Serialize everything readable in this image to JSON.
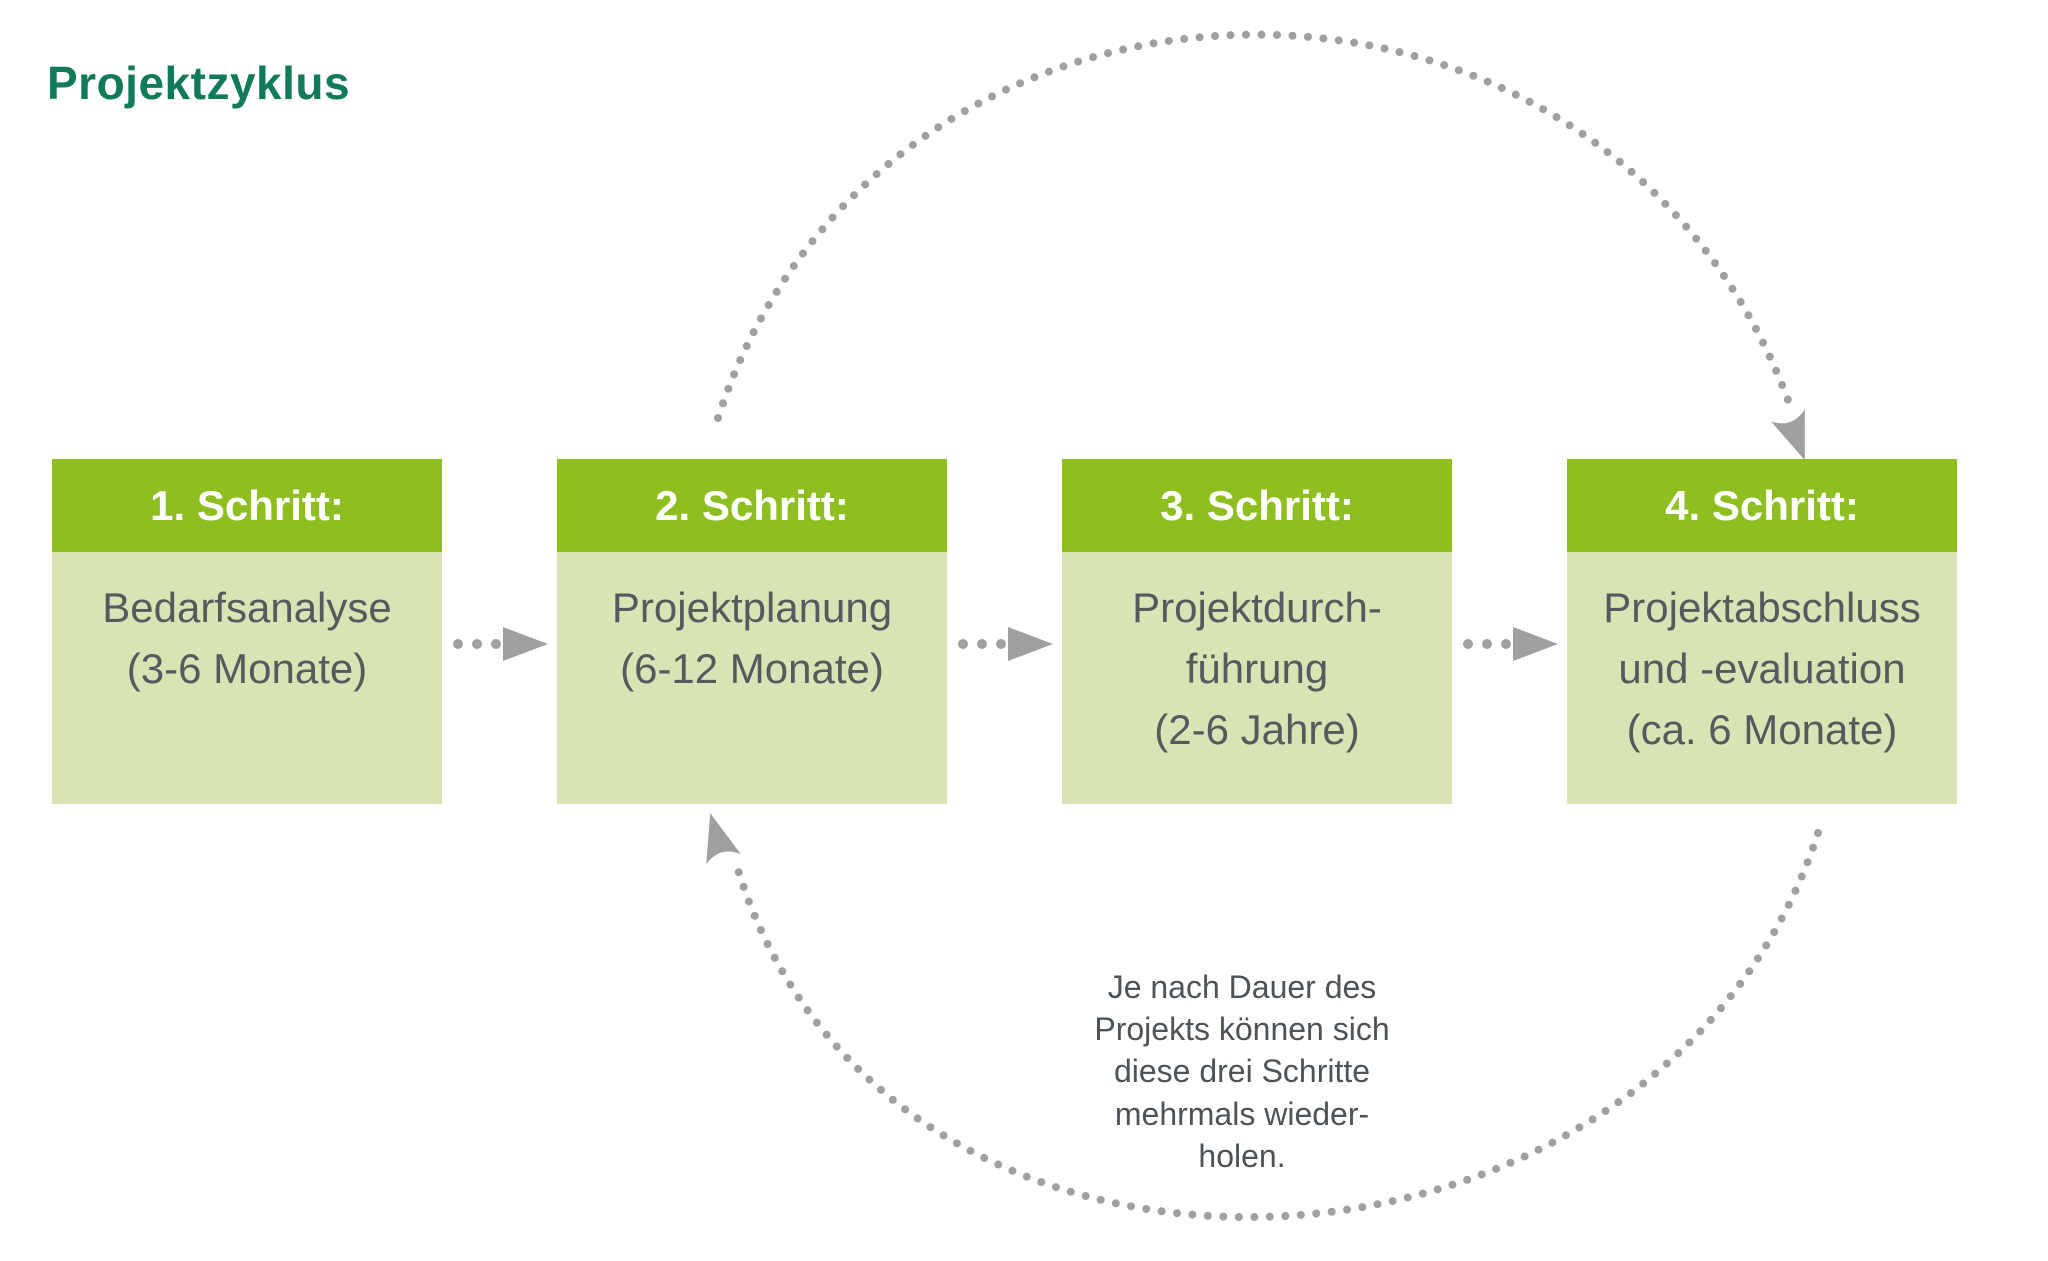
{
  "title": "Projektzyklus",
  "steps": [
    {
      "label": "1. Schritt:",
      "body": "Bedarfsanalyse\n(3-6 Monate)"
    },
    {
      "label": "2. Schritt:",
      "body": "Projektplanung\n(6-12 Monate)"
    },
    {
      "label": "3. Schritt:",
      "body": "Projektdurch-\nführung\n(2-6 Jahre)"
    },
    {
      "label": "4. Schritt:",
      "body": "Projektabschluss\nund -evaluation\n(ca. 6 Monate)"
    }
  ],
  "note": "Je nach Dauer des\nProjekts können sich\ndiese drei Schritte\nmehrmals wieder-\nholen.",
  "colors": {
    "title_text": "#117a5a",
    "header_bg": "#8ebe20",
    "header_text": "#ffffff",
    "body_bg": "#d9e4b4",
    "body_text": "#555a5f",
    "note_text": "#4e5357",
    "arrow": "#a0a0a0"
  }
}
